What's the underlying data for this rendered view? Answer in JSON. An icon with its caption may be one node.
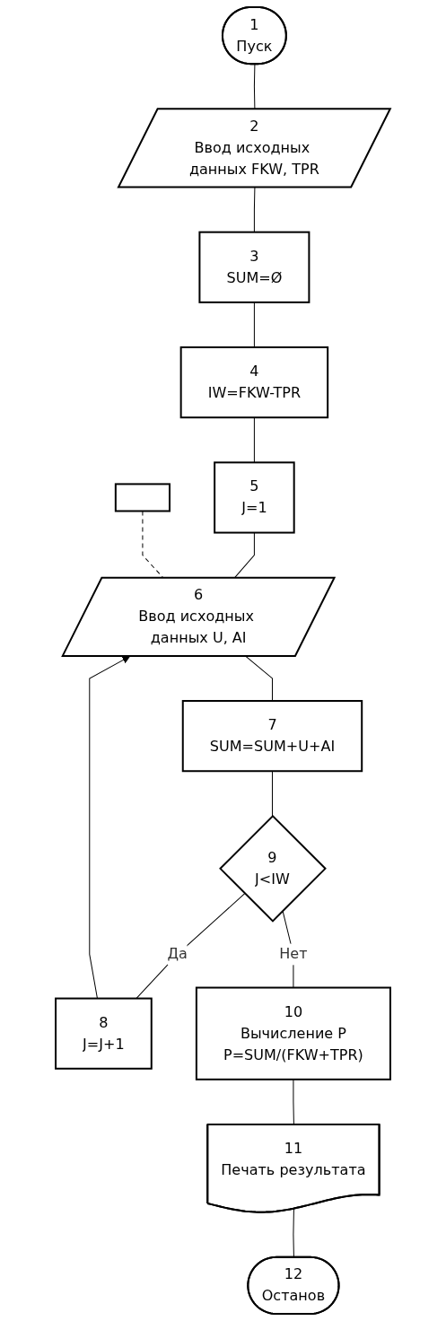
{
  "diagram": {
    "nodes": [
      {
        "text": [
          "1",
          "Пуск"
        ]
      },
      {
        "text": [
          "2",
          "Ввод исходных данных FKW, TPR"
        ]
      },
      {
        "text": [
          "3",
          "SUM=Ø"
        ]
      },
      {
        "text": [
          "4",
          "IW=FKW-TPR"
        ]
      },
      {
        "text": [
          "5",
          "J=1"
        ]
      },
      {
        "text": [
          "6",
          "Ввод исходных данных U, AI"
        ]
      },
      {
        "text": [
          "7",
          "SUM=SUM+U+AI"
        ]
      },
      {
        "text": [
          "8",
          "J=J+1"
        ]
      },
      {
        "text": [
          "9",
          "J<IW"
        ]
      },
      {
        "text": [
          "10",
          "Вычисление P",
          "P=SUM/(FKW+TPR)"
        ]
      },
      {
        "text": [
          "11",
          "Печать результата"
        ]
      },
      {
        "text": [
          "12",
          "Останов"
        ]
      },
      {
        "text": [],
        "shape": "box"
      }
    ],
    "edges": [
      {
        "from": 0,
        "to": 1,
        "arrow": "none"
      },
      {
        "from": 1,
        "to": 2,
        "arrow": "none"
      },
      {
        "from": 2,
        "to": 3,
        "arrow": "none"
      },
      {
        "from": 3,
        "to": 4,
        "arrow": "none"
      },
      {
        "from": 4,
        "to": 5,
        "arrow": "none"
      },
      {
        "from": 7,
        "to": 5,
        "arrow": "to"
      },
      {
        "from": 5,
        "to": 6,
        "arrow": "none"
      },
      {
        "from": 6,
        "to": 8,
        "arrow": "none"
      },
      {
        "from": 8,
        "to": 7,
        "label": "Да",
        "arrow": "none"
      },
      {
        "from": 8,
        "to": 9,
        "label": "Нет",
        "arrow": "none"
      },
      {
        "from": 9,
        "to": 10,
        "arrow": "none"
      },
      {
        "from": 10,
        "to": 11,
        "arrow": "none"
      },
      {
        "from": 12,
        "to": 5,
        "arrow": "none",
        "style": "dashed"
      }
    ]
  }
}
